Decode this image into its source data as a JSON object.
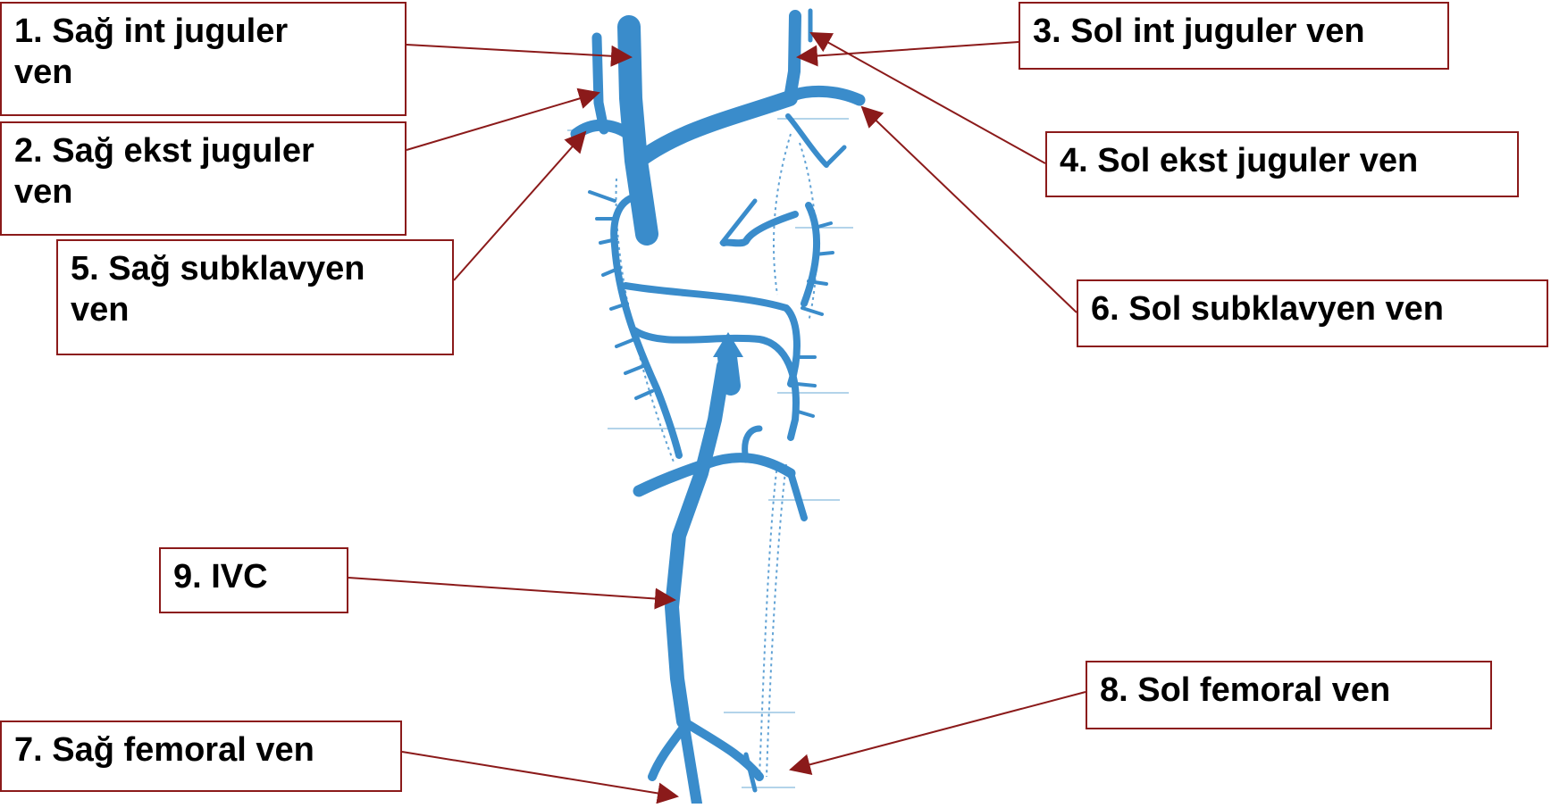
{
  "colors": {
    "vein": "#3a8ccb",
    "vein_light": "#8fbfe0",
    "annotation": "#8b1a1a",
    "label_text": "#000000"
  },
  "labels": [
    {
      "id": "sag-int-juguler",
      "text": "1. Sağ int juguler\nven"
    },
    {
      "id": "sag-ekst-juguler",
      "text": "2. Sağ ekst juguler\nven"
    },
    {
      "id": "sol-int-juguler",
      "text": "3. Sol int juguler ven"
    },
    {
      "id": "sol-ekst-juguler",
      "text": "4. Sol ekst juguler ven"
    },
    {
      "id": "sag-subklavyen",
      "text": "5. Sağ subklavyen\nven"
    },
    {
      "id": "sol-subklavyen",
      "text": "6. Sol subklavyen ven"
    },
    {
      "id": "sag-femoral",
      "text": "7. Sağ femoral ven"
    },
    {
      "id": "sol-femoral",
      "text": "8. Sol femoral ven"
    },
    {
      "id": "ivc",
      "text": "9. IVC"
    }
  ]
}
